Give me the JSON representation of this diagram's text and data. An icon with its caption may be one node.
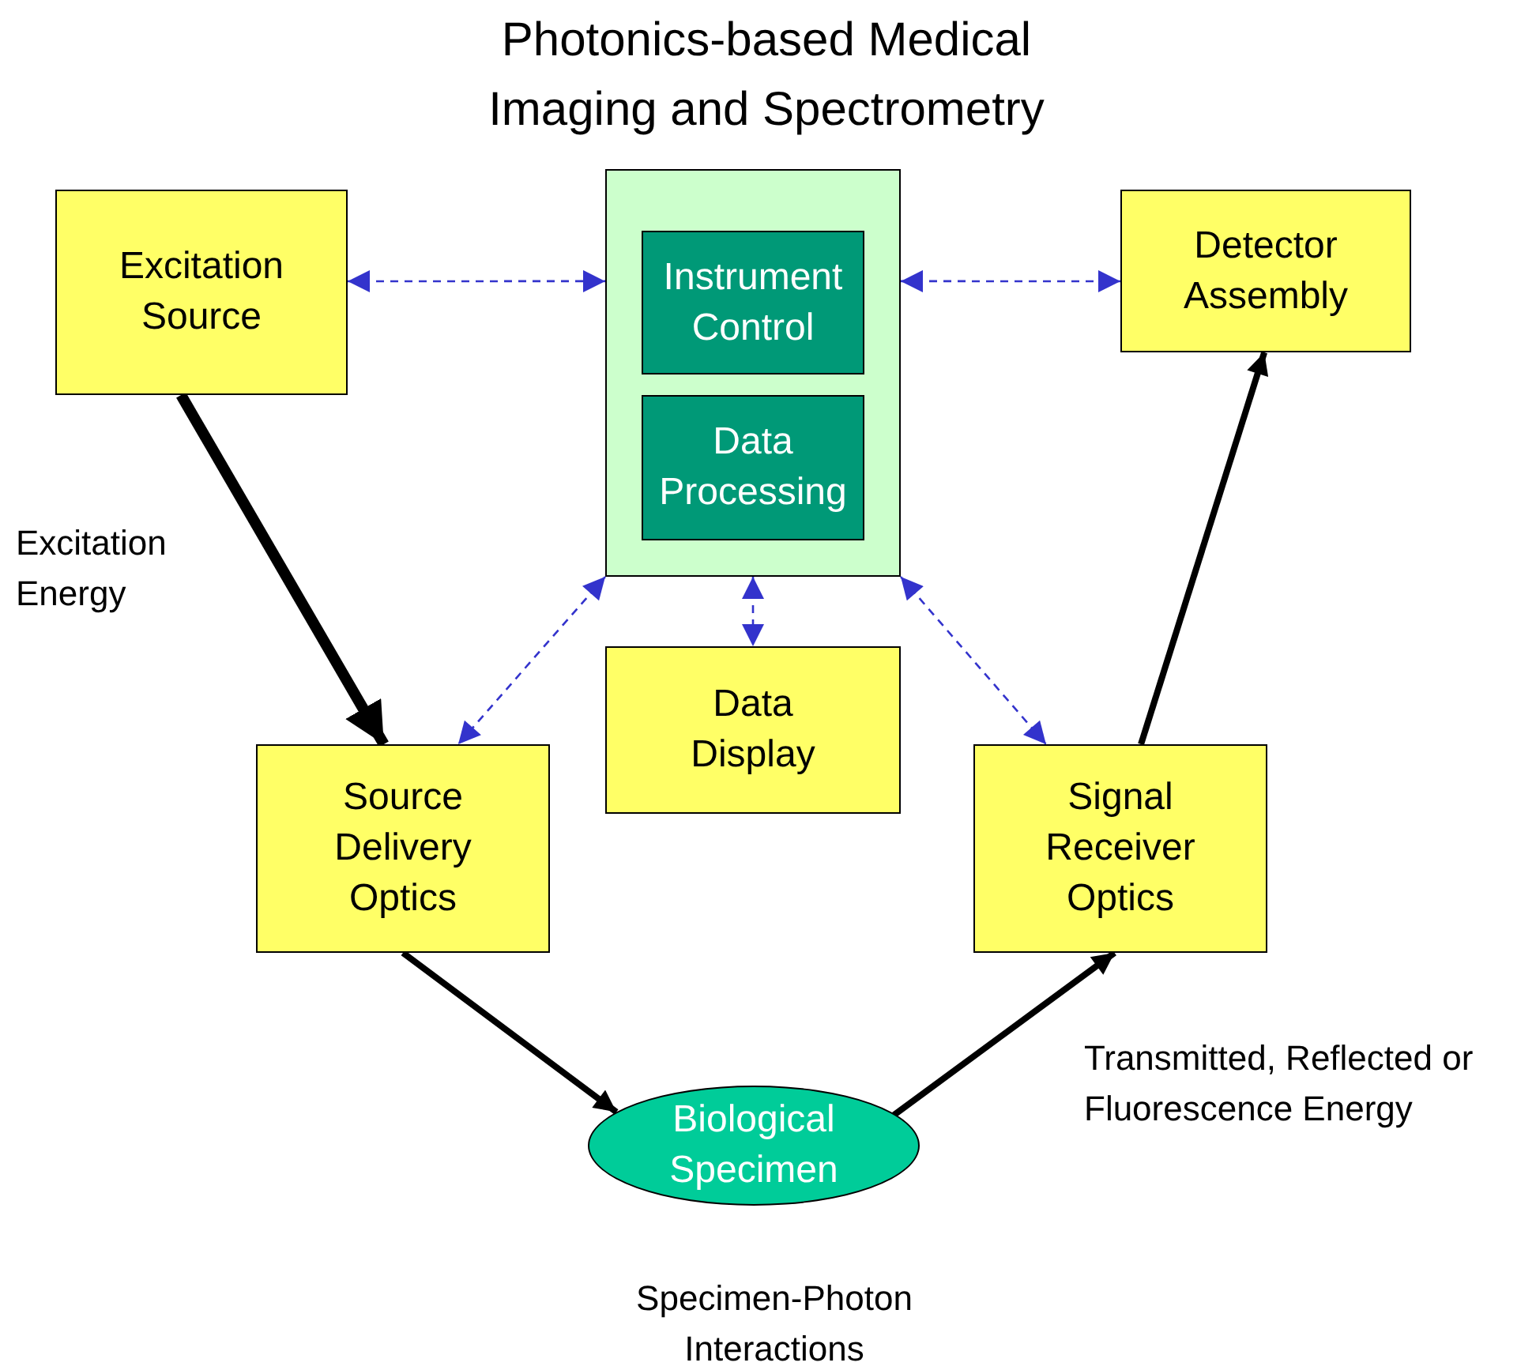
{
  "diagram": {
    "title": "Photonics-based Medical Imaging and Spectrometry",
    "nodes": [
      {
        "text": [
          "Excitation Source"
        ]
      },
      {
        "text": [],
        "shape": "box"
      },
      {
        "text": [
          "Instrument Control"
        ],
        "in": 1
      },
      {
        "text": [
          "Data Processing"
        ],
        "in": 1
      },
      {
        "text": [
          "Detector Assembly"
        ]
      },
      {
        "text": [
          "Data Display"
        ]
      },
      {
        "text": [
          "Source Delivery Optics"
        ]
      },
      {
        "text": [
          "Signal Receiver Optics"
        ]
      },
      {
        "text": [
          "Biological Specimen"
        ]
      }
    ],
    "edges": [
      {
        "from": 0,
        "to": 1,
        "arrow": "both",
        "style": "dashed",
        "color": "#3333cc"
      },
      {
        "from": 1,
        "to": 4,
        "arrow": "both",
        "style": "dashed",
        "color": "#3333cc"
      },
      {
        "from": 1,
        "to": 6,
        "arrow": "both",
        "style": "dashed",
        "color": "#3333cc"
      },
      {
        "from": 1,
        "to": 5,
        "arrow": "both",
        "style": "dashed",
        "color": "#3333cc"
      },
      {
        "from": 1,
        "to": 7,
        "arrow": "both",
        "style": "dashed",
        "color": "#3333cc"
      },
      {
        "from": 0,
        "to": 6,
        "arrow": "to",
        "style": "thick",
        "color": "#000000"
      },
      {
        "from": 6,
        "to": 8,
        "arrow": "to",
        "style": "thick",
        "color": "#000000"
      },
      {
        "from": 8,
        "to": 7,
        "arrow": "to",
        "style": "thick",
        "color": "#000000"
      },
      {
        "from": 7,
        "to": 4,
        "arrow": "to",
        "style": "thick",
        "color": "#000000"
      }
    ],
    "labels": [
      "Excitation Energy",
      "Transmitted, Reflected or Fluorescence Energy",
      "Specimen-Photon Interactions"
    ]
  }
}
